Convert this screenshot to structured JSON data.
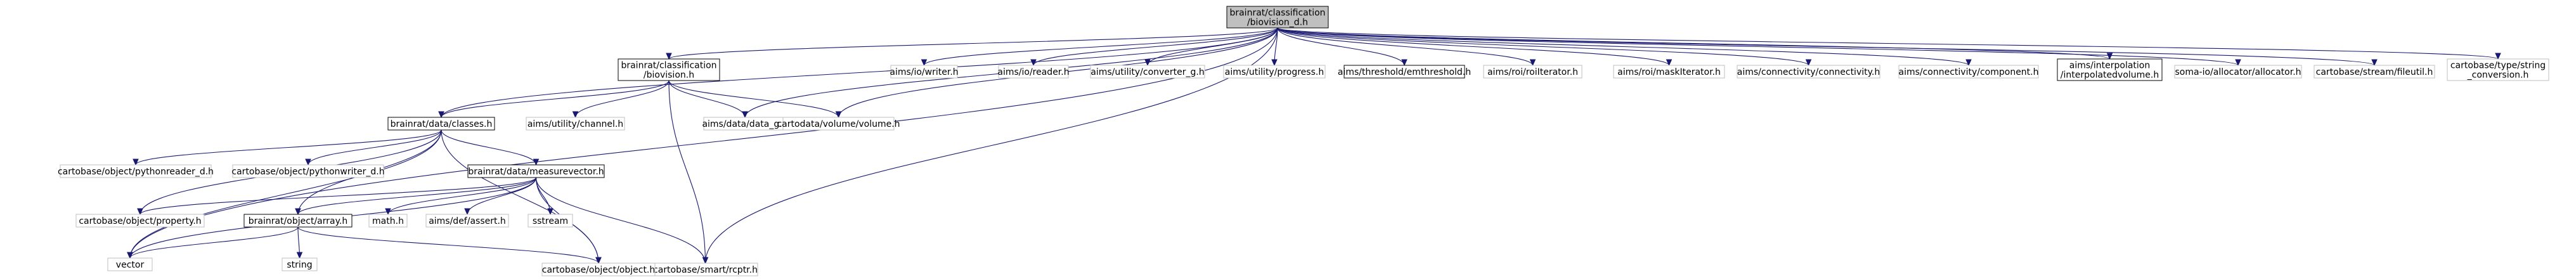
{
  "graph": {
    "root": {
      "id": "root",
      "lines": [
        "brainrat/classification",
        "/biovision_d.h"
      ]
    },
    "nodes": [
      {
        "id": "root",
        "lines": [
          "brainrat/classification",
          "/biovision_d.h"
        ],
        "style": "root"
      },
      {
        "id": "vector",
        "lines": [
          "vector"
        ],
        "style": "external"
      },
      {
        "id": "biovision_h",
        "lines": [
          "brainrat/classification",
          "/biovision.h"
        ],
        "style": "documented"
      },
      {
        "id": "classes",
        "lines": [
          "brainrat/data/classes.h"
        ],
        "style": "documented"
      },
      {
        "id": "data_g",
        "lines": [
          "aims/data/data_g.h"
        ],
        "style": "external"
      },
      {
        "id": "volume",
        "lines": [
          "cartodata/volume/volume.h"
        ],
        "style": "external"
      },
      {
        "id": "rcptr",
        "lines": [
          "cartobase/smart/rcptr.h"
        ],
        "style": "external"
      },
      {
        "id": "writer",
        "lines": [
          "aims/io/writer.h"
        ],
        "style": "external"
      },
      {
        "id": "reader",
        "lines": [
          "aims/io/reader.h"
        ],
        "style": "external"
      },
      {
        "id": "converter_g",
        "lines": [
          "aims/utility/converter_g.h"
        ],
        "style": "external"
      },
      {
        "id": "progress",
        "lines": [
          "aims/utility/progress.h"
        ],
        "style": "external"
      },
      {
        "id": "emthreshold",
        "lines": [
          "aims/threshold/emthreshold.h"
        ],
        "style": "documented"
      },
      {
        "id": "roiiterator",
        "lines": [
          "aims/roi/roiIterator.h"
        ],
        "style": "external"
      },
      {
        "id": "maskiterator",
        "lines": [
          "aims/roi/maskIterator.h"
        ],
        "style": "external"
      },
      {
        "id": "connectivity",
        "lines": [
          "aims/connectivity/connectivity.h"
        ],
        "style": "external"
      },
      {
        "id": "component",
        "lines": [
          "aims/connectivity/component.h"
        ],
        "style": "external"
      },
      {
        "id": "interpolated",
        "lines": [
          "aims/interpolation",
          "/interpolatedvolume.h"
        ],
        "style": "documented"
      },
      {
        "id": "allocator",
        "lines": [
          "soma-io/allocator/allocator.h"
        ],
        "style": "external"
      },
      {
        "id": "fileutil",
        "lines": [
          "cartobase/stream/fileutil.h"
        ],
        "style": "external"
      },
      {
        "id": "string_conv",
        "lines": [
          "cartobase/type/string",
          "_conversion.h"
        ],
        "style": "external"
      },
      {
        "id": "channel",
        "lines": [
          "aims/utility/channel.h"
        ],
        "style": "external"
      },
      {
        "id": "pythonreader",
        "lines": [
          "cartobase/object/pythonreader_d.h"
        ],
        "style": "external"
      },
      {
        "id": "pythonwriter",
        "lines": [
          "cartobase/object/pythonwriter_d.h"
        ],
        "style": "external"
      },
      {
        "id": "measurevector",
        "lines": [
          "brainrat/data/measurevector.h"
        ],
        "style": "documented"
      },
      {
        "id": "property",
        "lines": [
          "cartobase/object/property.h"
        ],
        "style": "external"
      },
      {
        "id": "array",
        "lines": [
          "brainrat/object/array.h"
        ],
        "style": "documented"
      },
      {
        "id": "math",
        "lines": [
          "math.h"
        ],
        "style": "external"
      },
      {
        "id": "assert",
        "lines": [
          "aims/def/assert.h"
        ],
        "style": "external"
      },
      {
        "id": "sstream",
        "lines": [
          "sstream"
        ],
        "style": "external"
      },
      {
        "id": "string",
        "lines": [
          "string"
        ],
        "style": "external"
      },
      {
        "id": "object",
        "lines": [
          "cartobase/object/object.h"
        ],
        "style": "external"
      }
    ],
    "edges": [
      [
        "root",
        "vector"
      ],
      [
        "root",
        "biovision_h"
      ],
      [
        "root",
        "classes"
      ],
      [
        "root",
        "data_g"
      ],
      [
        "root",
        "volume"
      ],
      [
        "root",
        "rcptr"
      ],
      [
        "root",
        "writer"
      ],
      [
        "root",
        "reader"
      ],
      [
        "root",
        "converter_g"
      ],
      [
        "root",
        "progress"
      ],
      [
        "root",
        "emthreshold"
      ],
      [
        "root",
        "roiiterator"
      ],
      [
        "root",
        "maskiterator"
      ],
      [
        "root",
        "connectivity"
      ],
      [
        "root",
        "component"
      ],
      [
        "root",
        "interpolated"
      ],
      [
        "root",
        "allocator"
      ],
      [
        "root",
        "fileutil"
      ],
      [
        "root",
        "string_conv"
      ],
      [
        "biovision_h",
        "classes"
      ],
      [
        "biovision_h",
        "channel"
      ],
      [
        "biovision_h",
        "data_g"
      ],
      [
        "biovision_h",
        "volume"
      ],
      [
        "biovision_h",
        "rcptr"
      ],
      [
        "classes",
        "pythonreader"
      ],
      [
        "classes",
        "pythonwriter"
      ],
      [
        "classes",
        "measurevector"
      ],
      [
        "classes",
        "property"
      ],
      [
        "classes",
        "array"
      ],
      [
        "classes",
        "vector"
      ],
      [
        "classes",
        "object"
      ],
      [
        "measurevector",
        "property"
      ],
      [
        "measurevector",
        "array"
      ],
      [
        "measurevector",
        "math"
      ],
      [
        "measurevector",
        "assert"
      ],
      [
        "measurevector",
        "sstream"
      ],
      [
        "measurevector",
        "vector"
      ],
      [
        "measurevector",
        "rcptr"
      ],
      [
        "measurevector",
        "object"
      ],
      [
        "array",
        "vector"
      ],
      [
        "array",
        "string"
      ],
      [
        "array",
        "object"
      ]
    ],
    "colors": {
      "root_fill": "#bfbfbf",
      "root_stroke": "#000000",
      "documented_fill": "#ffffff",
      "documented_stroke": "#000000",
      "external_fill": "#ffffff",
      "external_stroke": "#bfbfbf",
      "edge": "#191970",
      "text": "#000000"
    }
  }
}
